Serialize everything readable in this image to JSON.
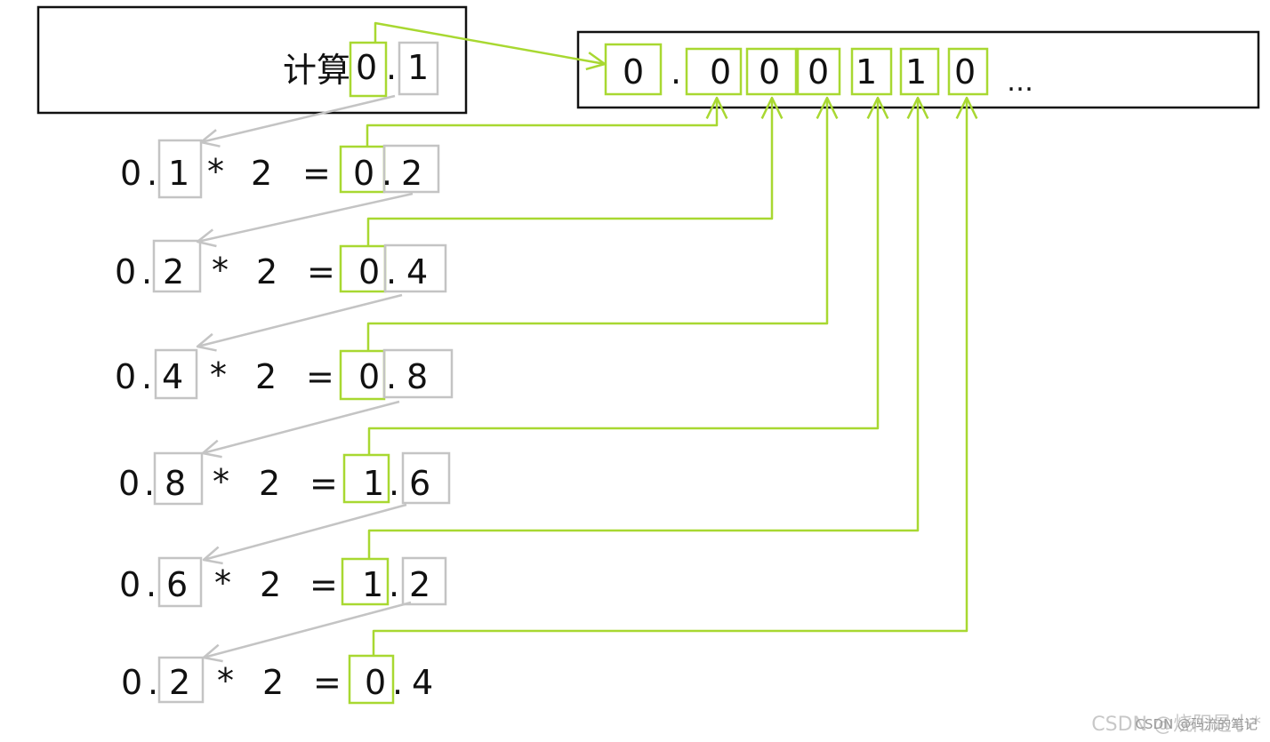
{
  "title": {
    "prefix": "计算",
    "int_digit": "0",
    "dot": ".",
    "frac_digit": "1"
  },
  "result": {
    "int_digit": "0",
    "dot": ".",
    "bits": [
      "0",
      "0",
      "0",
      "1",
      "1",
      "0"
    ],
    "ellipsis": "…"
  },
  "steps": [
    {
      "a_int": "0",
      "a_frac": "1",
      "times": "*",
      "factor": "2",
      "eq": "=",
      "r_int": "0",
      "r_frac": "2"
    },
    {
      "a_int": "0",
      "a_frac": "2",
      "times": "*",
      "factor": "2",
      "eq": "=",
      "r_int": "0",
      "r_frac": "4"
    },
    {
      "a_int": "0",
      "a_frac": "4",
      "times": "*",
      "factor": "2",
      "eq": "=",
      "r_int": "0",
      "r_frac": "8"
    },
    {
      "a_int": "0",
      "a_frac": "8",
      "times": "*",
      "factor": "2",
      "eq": "=",
      "r_int": "1",
      "r_frac": "6"
    },
    {
      "a_int": "0",
      "a_frac": "6",
      "times": "*",
      "factor": "2",
      "eq": "=",
      "r_int": "1",
      "r_frac": "2"
    },
    {
      "a_int": "0",
      "a_frac": "2",
      "times": "*",
      "factor": "2",
      "eq": "=",
      "r_int": "0",
      "r_frac": "4"
    }
  ],
  "watermark": "CSDN @烧阳是小*",
  "watermark_small": "CSDN @码流的笔记",
  "colors": {
    "green": "#a8d831",
    "gray": "#c4c4c4",
    "black": "#111111"
  }
}
